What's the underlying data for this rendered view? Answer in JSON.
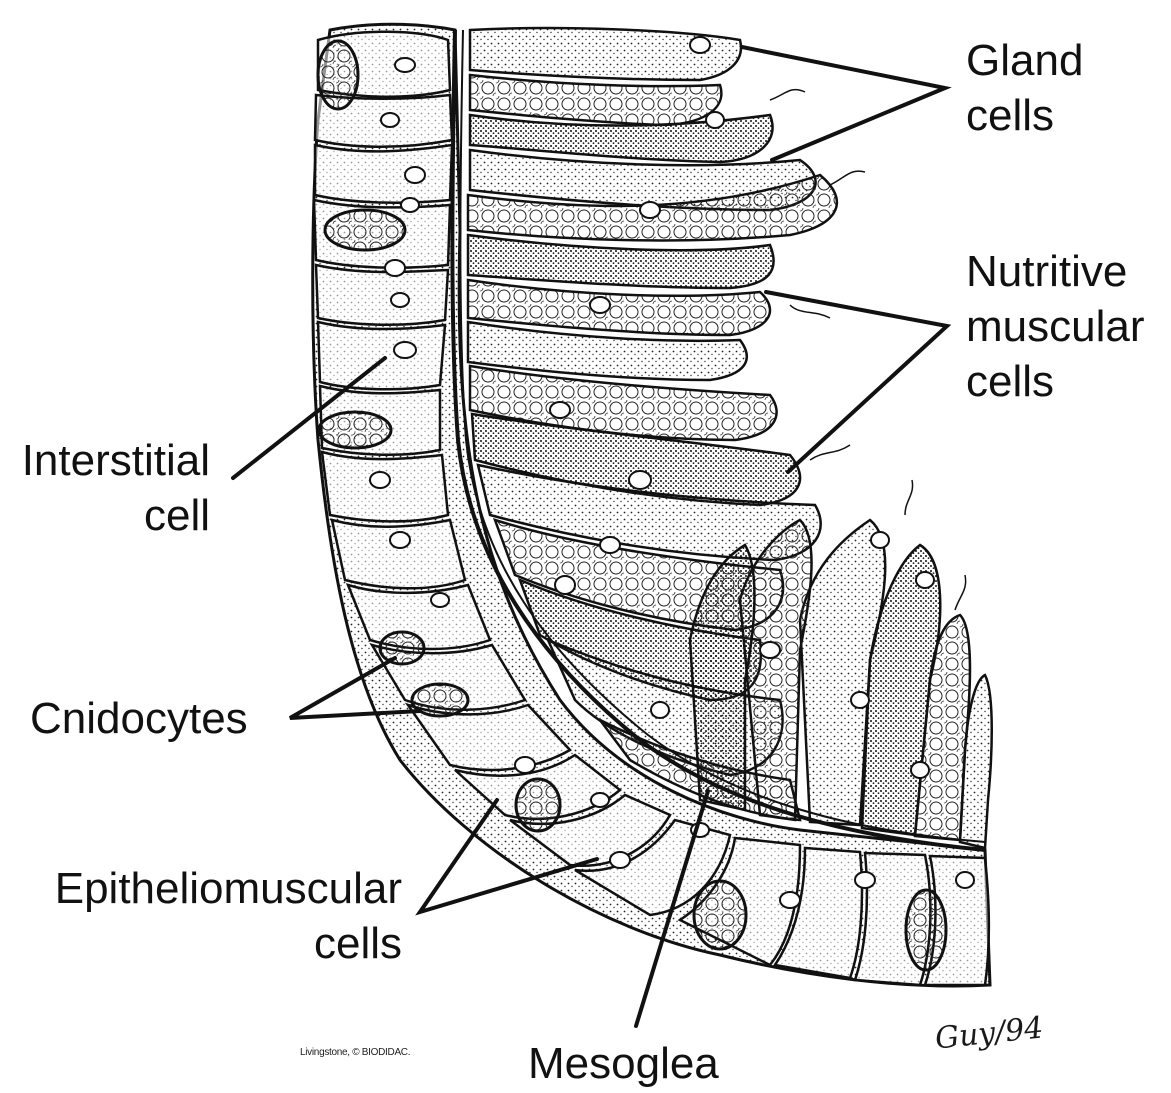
{
  "labels": {
    "gland_cells": [
      "Gland",
      "cells"
    ],
    "nutritive_muscular_cells": [
      "Nutritive",
      "muscular",
      "cells"
    ],
    "interstitial_cell": [
      "Interstitial",
      "cell"
    ],
    "cnidocytes": [
      "Cnidocytes"
    ],
    "epitheliomuscular_cells": [
      "Epitheliomuscular",
      "cells"
    ],
    "mesoglea": [
      "Mesoglea"
    ]
  },
  "credit": "Livingstone, © BIODIDAC.",
  "signature": "Guy/94",
  "colors": {
    "ink": "#111111",
    "background": "#ffffff"
  }
}
